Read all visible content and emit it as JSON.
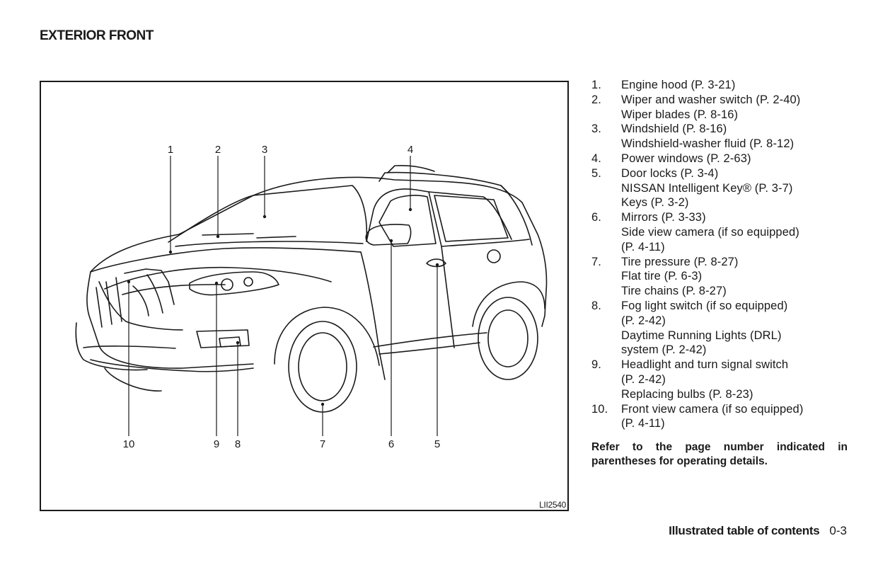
{
  "section_title": "EXTERIOR FRONT",
  "figure": {
    "code": "LII2540",
    "callouts": [
      "1",
      "2",
      "3",
      "4",
      "5",
      "6",
      "7",
      "8",
      "9",
      "10"
    ]
  },
  "items": [
    {
      "num": "1.",
      "lines": [
        "Engine hood (P. 3-21)"
      ]
    },
    {
      "num": "2.",
      "lines": [
        "Wiper and washer switch (P. 2-40)",
        "Wiper blades (P. 8-16)"
      ]
    },
    {
      "num": "3.",
      "lines": [
        "Windshield (P. 8-16)",
        "Windshield-washer fluid (P. 8-12)"
      ]
    },
    {
      "num": "4.",
      "lines": [
        "Power windows (P. 2-63)"
      ]
    },
    {
      "num": "5.",
      "lines": [
        "Door locks (P. 3-4)",
        "NISSAN Intelligent Key® (P. 3-7)",
        "Keys (P. 3-2)"
      ]
    },
    {
      "num": "6.",
      "lines": [
        "Mirrors (P. 3-33)",
        "Side view camera (if so equipped)",
        "(P. 4-11)"
      ]
    },
    {
      "num": "7.",
      "lines": [
        "Tire pressure (P. 8-27)",
        "Flat tire (P. 6-3)",
        "Tire chains (P. 8-27)"
      ]
    },
    {
      "num": "8.",
      "lines": [
        "Fog light switch (if so equipped)",
        "(P. 2-42)",
        "Daytime Running Lights (DRL)",
        "system (P. 2-42)"
      ]
    },
    {
      "num": "9.",
      "lines": [
        "Headlight and turn signal switch",
        "(P. 2-42)",
        "Replacing bulbs (P. 8-23)"
      ]
    },
    {
      "num": "10.",
      "lines": [
        "Front view camera (if so equipped)",
        "(P. 4-11)"
      ]
    }
  ],
  "note": "Refer to the page number indicated in parentheses for operating details.",
  "footer": {
    "title": "Illustrated table of contents",
    "page": "0-3"
  }
}
